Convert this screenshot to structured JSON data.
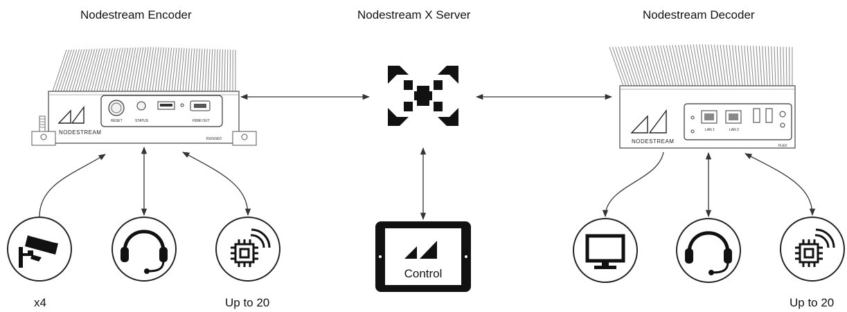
{
  "titles": {
    "encoder": "Nodestream Encoder",
    "server": "Nodestream X Server",
    "decoder": "Nodestream Decoder"
  },
  "captions": {
    "camera": "x4",
    "encoder_io": "Up to 20",
    "decoder_io": "Up to 20"
  },
  "control": {
    "label": "Control"
  },
  "devices": {
    "encoder": {
      "brand": "NODESTREAM",
      "model": "RUGGED",
      "ports": [
        "RESET",
        "STATUS",
        "HDMI OUT"
      ]
    },
    "decoder": {
      "brand": "NODESTREAM",
      "model": "FLEX",
      "ports": [
        "LAN 1",
        "LAN 2"
      ]
    }
  },
  "icons": [
    "security-camera-icon",
    "headset-icon",
    "io-chip-icon",
    "monitor-icon",
    "headset-icon",
    "io-chip-icon",
    "server-x-logo-icon",
    "tablet-logo-icon"
  ],
  "colors": {
    "line": "#333333",
    "icon": "#111111",
    "outline": "#222222"
  }
}
